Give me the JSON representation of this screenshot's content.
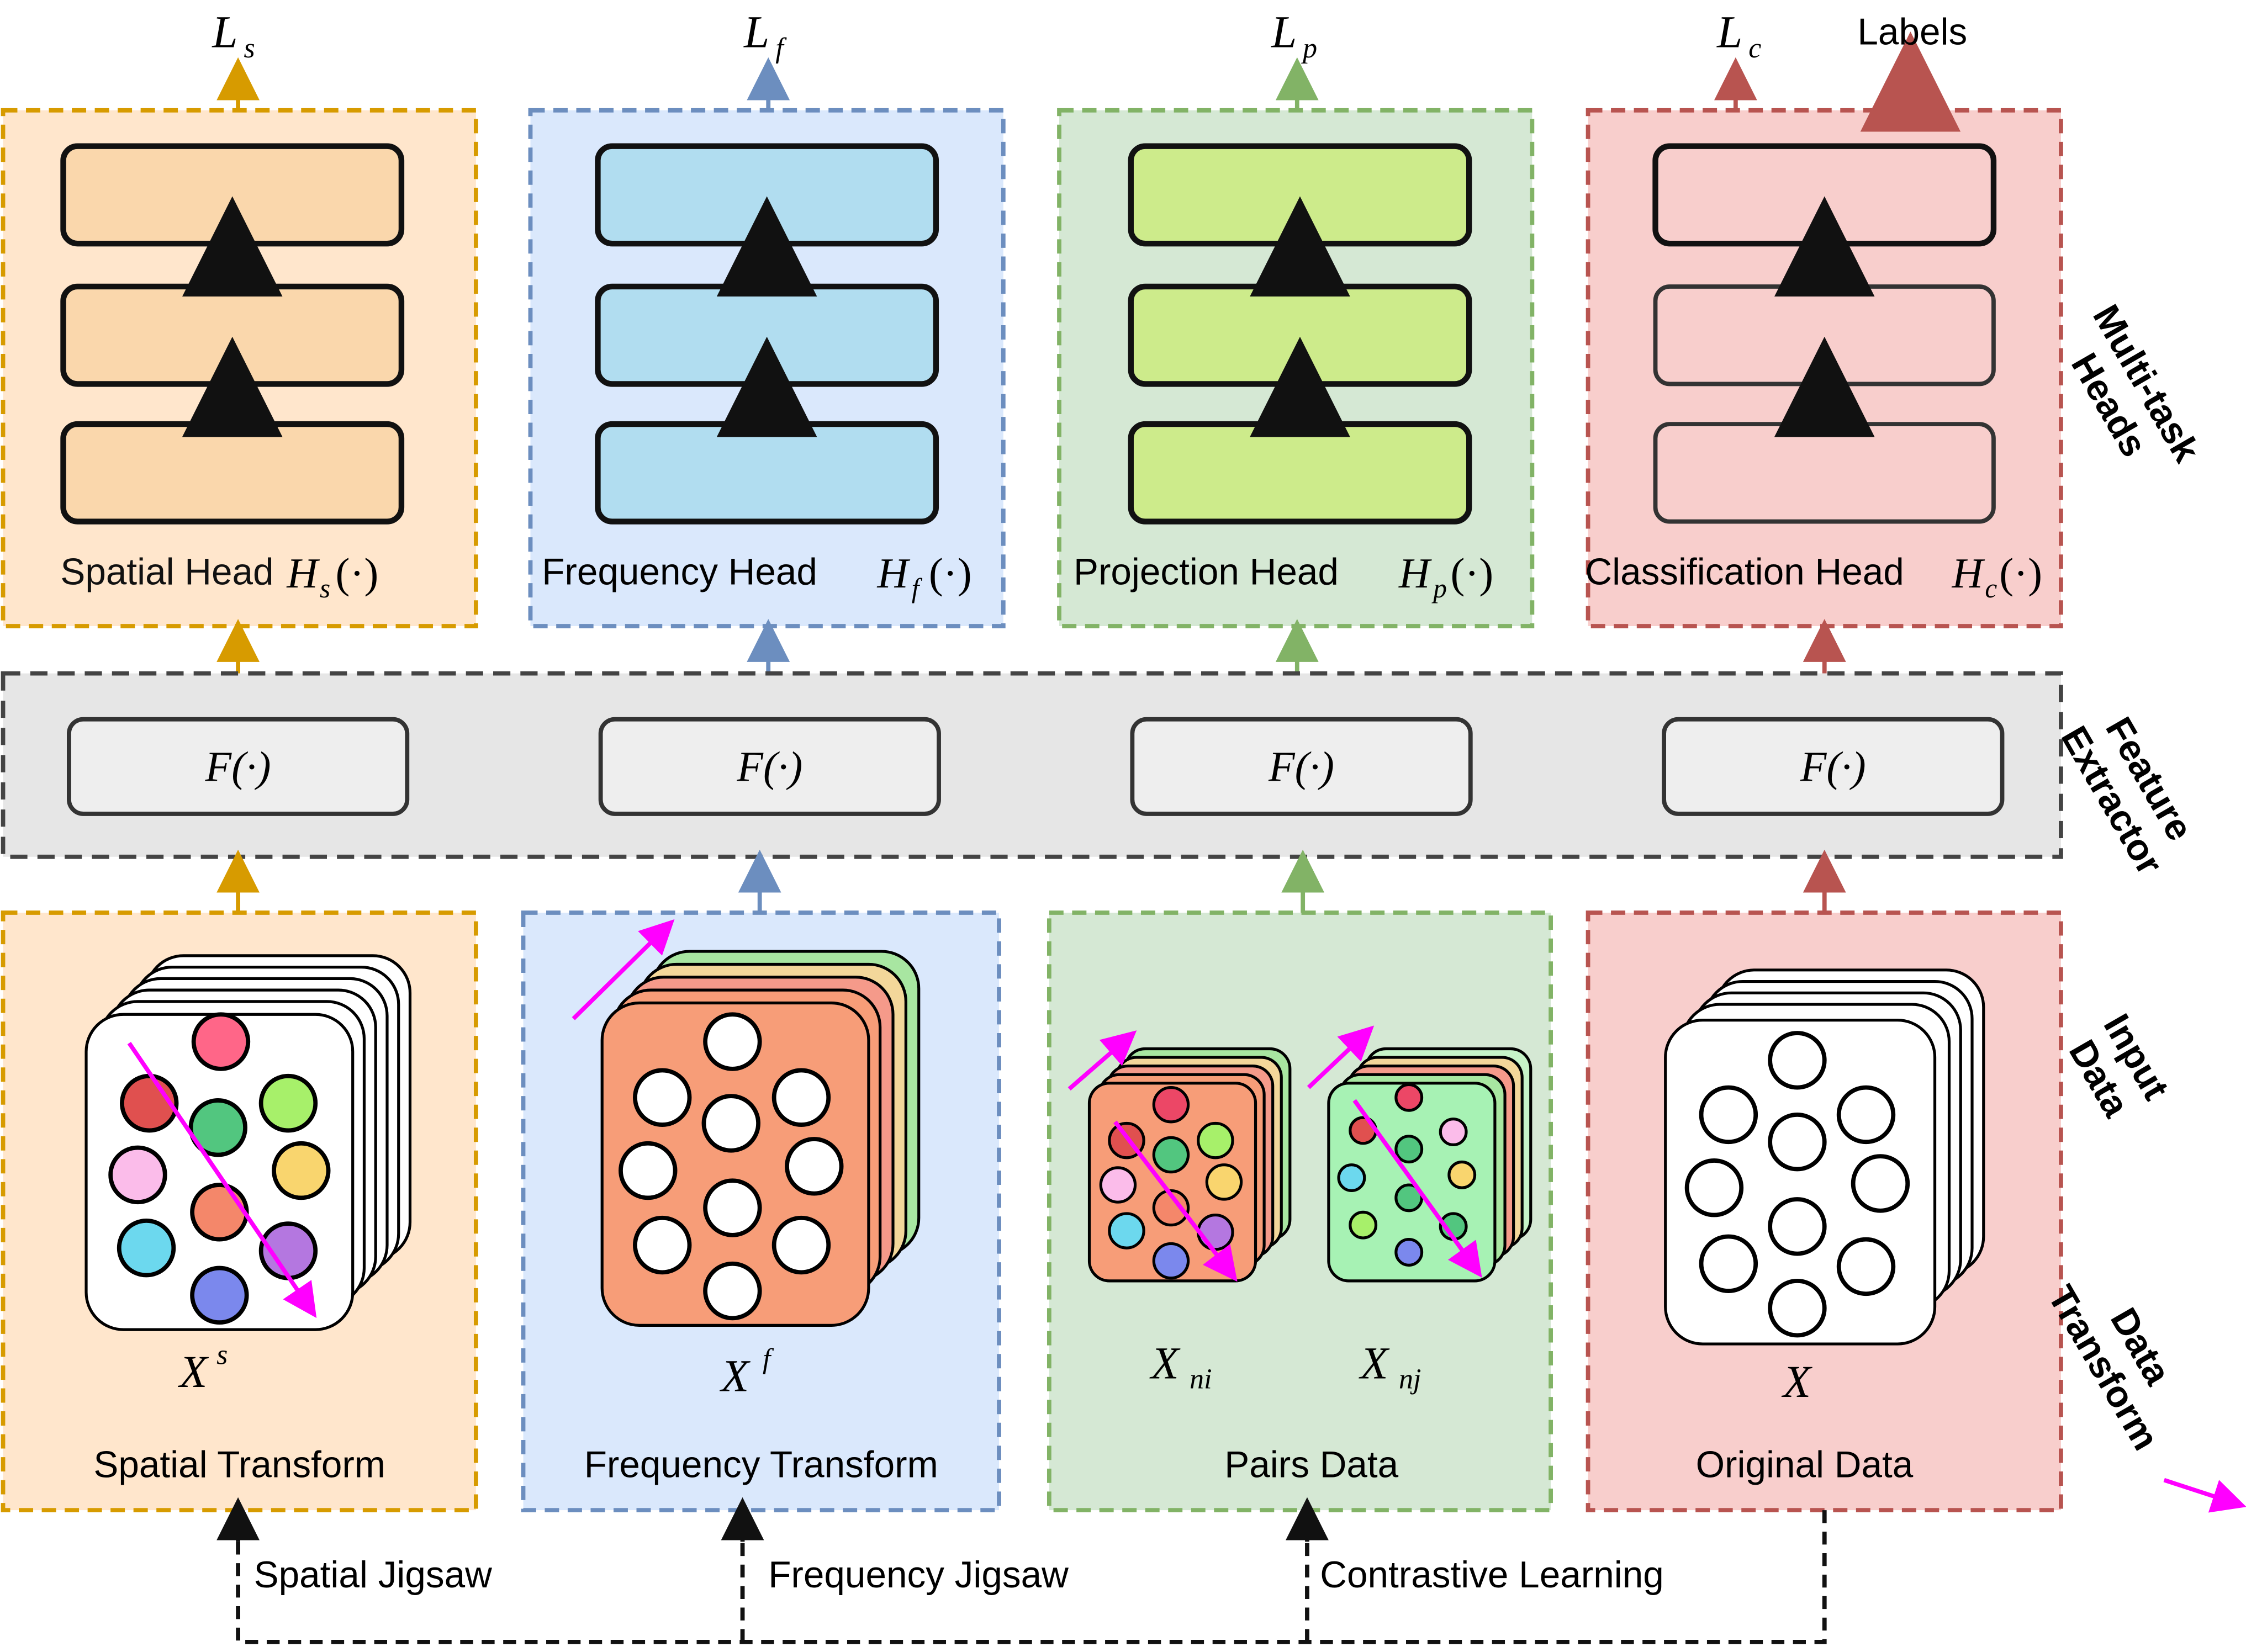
{
  "columns": [
    {
      "id": "spatial",
      "loss": "L",
      "loss_sub": "s",
      "head_label": "Spatial Head",
      "head_sym": "H",
      "head_sub": "s",
      "data_sym": "X",
      "data_sup": "s",
      "transform_label": "Spatial Transform",
      "color": "#d79b00",
      "head_fill": "#fad7ac",
      "box_fill": "#ffe6cc"
    },
    {
      "id": "frequency",
      "loss": "L",
      "loss_sub": "f",
      "head_label": "Frequency Head",
      "head_sym": "H",
      "head_sub": "f",
      "data_sym": "X",
      "data_sup": "f",
      "transform_label": "Frequency Transform",
      "color": "#6c8ebf",
      "head_fill": "#b1ddf0",
      "box_fill": "#dae8fc"
    },
    {
      "id": "projection",
      "loss": "L",
      "loss_sub": "p",
      "head_label": "Projection Head",
      "head_sym": "H",
      "head_sub": "p",
      "data_sym_1": "X",
      "data_sub_1": "ni",
      "data_sym_2": "X",
      "data_sub_2": "nj",
      "transform_label": "Pairs Data",
      "color": "#82b366",
      "head_fill": "#cdeb8b",
      "box_fill": "#d5e8d4"
    },
    {
      "id": "classification",
      "loss": "L",
      "loss_sub": "c",
      "extra_output": "Labels",
      "head_label": "Classification Head",
      "head_sym": "H",
      "head_sub": "c",
      "data_sym": "X",
      "transform_label": "Original Data",
      "color": "#b85450",
      "head_fill": "#f8cecc",
      "box_fill": "#f8cecc"
    }
  ],
  "feature_extractor_symbol": "F(·)",
  "side_labels": {
    "heads": [
      "Multi-task",
      "Heads"
    ],
    "extractor": [
      "Feature",
      "Extractor"
    ],
    "input": [
      "Input",
      "Data"
    ],
    "transform": [
      "Data",
      "Transform"
    ]
  },
  "tasks": [
    "Spatial Jigsaw",
    "Frequency Jigsaw",
    "Contrastive Learning"
  ],
  "circle_colors": {
    "spatial": [
      "#ff6688",
      "#e0504f",
      "#52c67f",
      "#a7f06a",
      "#fbbcea",
      "#f9d56e",
      "#f4876a",
      "#6cd8ee",
      "#b477e0",
      "#7b88ed"
    ],
    "frequency_layers": [
      "#a8e6a1",
      "#f3d79a",
      "#f59a8a",
      "#f79d78"
    ],
    "pairs": [
      "#ec4766",
      "#e0504f",
      "#52c67f",
      "#a7f06a",
      "#fbbcea",
      "#f9d56e",
      "#f4876a",
      "#6cd8ee",
      "#b477e0",
      "#7b88ed"
    ],
    "arrow": "#ff00ff"
  }
}
